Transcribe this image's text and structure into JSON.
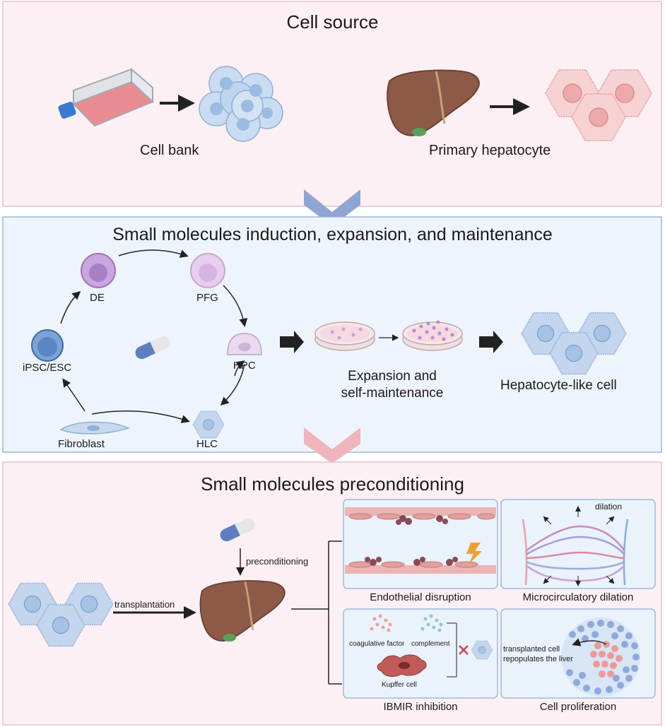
{
  "sections": {
    "cell_source": {
      "title": "Cell source",
      "cell_bank_label": "Cell bank",
      "primary_label": "Primary hepatocyte"
    },
    "induction": {
      "title": "Small molecules induction, expansion, and maintenance",
      "cycle": {
        "de": "DE",
        "pfg": "PFG",
        "hpc": "HPC",
        "hlc": "HLC",
        "ipsc": "iPSC/ESC",
        "fibroblast": "Fibroblast"
      },
      "expansion_label_1": "Expansion and",
      "expansion_label_2": "self-maintenance",
      "hepatocyte_like_label": "Hepatocyte-like cell"
    },
    "preconditioning": {
      "title": "Small molecules preconditioning",
      "preconditioning_label": "preconditioning",
      "transplantation_label": "transplantation",
      "panels": {
        "endothelial": "Endothelial disruption",
        "microcirculatory": "Microcirculatory dilation",
        "dilation": "dilation",
        "ibmir": "IBMIR inhibition",
        "coagulative": "coagulative factor",
        "complement": "complement",
        "kupffer": "Kupffer cell",
        "proliferation": "Cell proliferation",
        "transplanted_1": "transplanted cell",
        "transplanted_2": "repopulates the liver"
      }
    }
  },
  "colors": {
    "pink_bg": "#fdf0f5",
    "pink_border": "#e8bfd0",
    "blue_bg": "#eef4fb",
    "blue_border": "#9cb9db",
    "chevron_blue": "#8fa5d4",
    "chevron_pink": "#f0b4bc",
    "liver": "#8a5745",
    "hepatocyte_blue": "#b7cfea"
  }
}
